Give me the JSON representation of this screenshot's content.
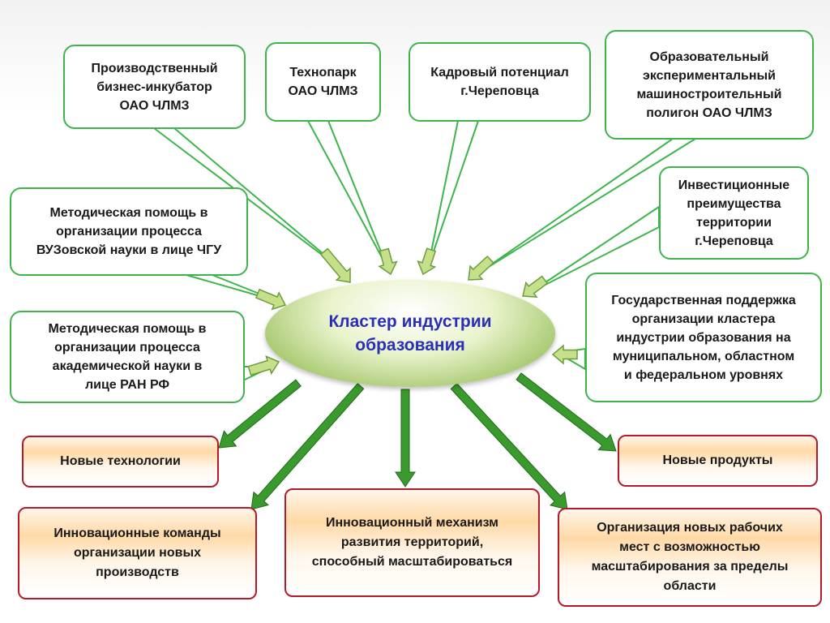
{
  "center": {
    "label": "Кластер индустрии\nобразования"
  },
  "inputs": [
    {
      "id": "incubator",
      "text": "Производственный\nбизнес-инкубатор\nОАО ЧЛМЗ"
    },
    {
      "id": "technopark",
      "text": "Технопарк\nОАО ЧЛМЗ"
    },
    {
      "id": "personnel",
      "text": "Кадровый потенциал\nг.Череповца"
    },
    {
      "id": "polygon",
      "text": "Образовательный\nэкспериментальный\nмашиностроительный\nполигон  ОАО ЧЛМЗ"
    },
    {
      "id": "investment",
      "text": "Инвестиционные\nпреимущества\nтерритории\nг.Череповца"
    },
    {
      "id": "state-support",
      "text": "Государственная поддержка\nорганизации кластера\nиндустрии образования на\nмуниципальном, областном\nи федеральном уровнях"
    },
    {
      "id": "university-help",
      "text": "Методическая помощь в\nорганизации процесса\nВУЗовской науки в лице ЧГУ"
    },
    {
      "id": "academy-help",
      "text": "Методическая помощь в\nорганизации процесса\nакадемической  науки в\nлице РАН РФ"
    }
  ],
  "outputs": [
    {
      "id": "new-tech",
      "text": "Новые технологии"
    },
    {
      "id": "new-products",
      "text": "Новые продукты"
    },
    {
      "id": "innovation-teams",
      "text": "Инновационные команды\nорганизации новых\nпроизводств"
    },
    {
      "id": "innovation-mechanism",
      "text": "Инновационный механизм\nразвития территорий,\nспособный масштабироваться"
    },
    {
      "id": "new-jobs",
      "text": "Организация новых рабочих\nмест с возможностью\nмасштабирования за пределы\nобласти"
    }
  ],
  "colors": {
    "callout_border": "#3db54a",
    "outcome_border": "#b51a2a",
    "arrow_in_fill": "#c5df8a",
    "arrow_out_fill": "#3a9a2e",
    "center_text": "#2b2fb8"
  }
}
